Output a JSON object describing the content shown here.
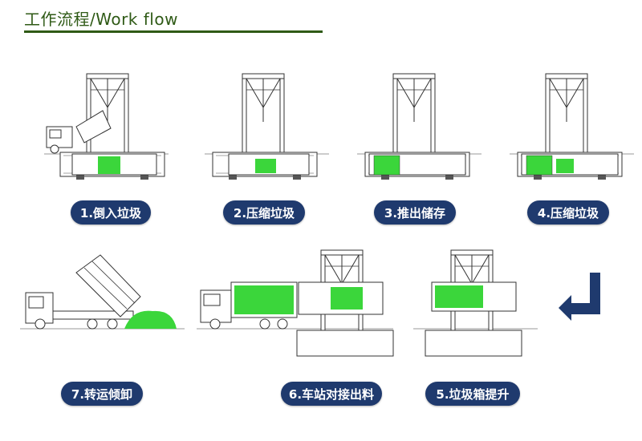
{
  "header": {
    "title": "工作流程/Work flow"
  },
  "steps": [
    {
      "label": "1.倒入垃圾"
    },
    {
      "label": "2.压缩垃圾"
    },
    {
      "label": "3.推出储存"
    },
    {
      "label": "4.压缩垃圾"
    },
    {
      "label": "5.垃圾箱提升"
    },
    {
      "label": "6.车站对接出料"
    },
    {
      "label": "7.转运倾卸"
    }
  ],
  "colors": {
    "accent": "#2f5a16",
    "pill": "#1f3a6e",
    "garbage": "#3bd63b",
    "arrow": "#1f3a6e"
  }
}
